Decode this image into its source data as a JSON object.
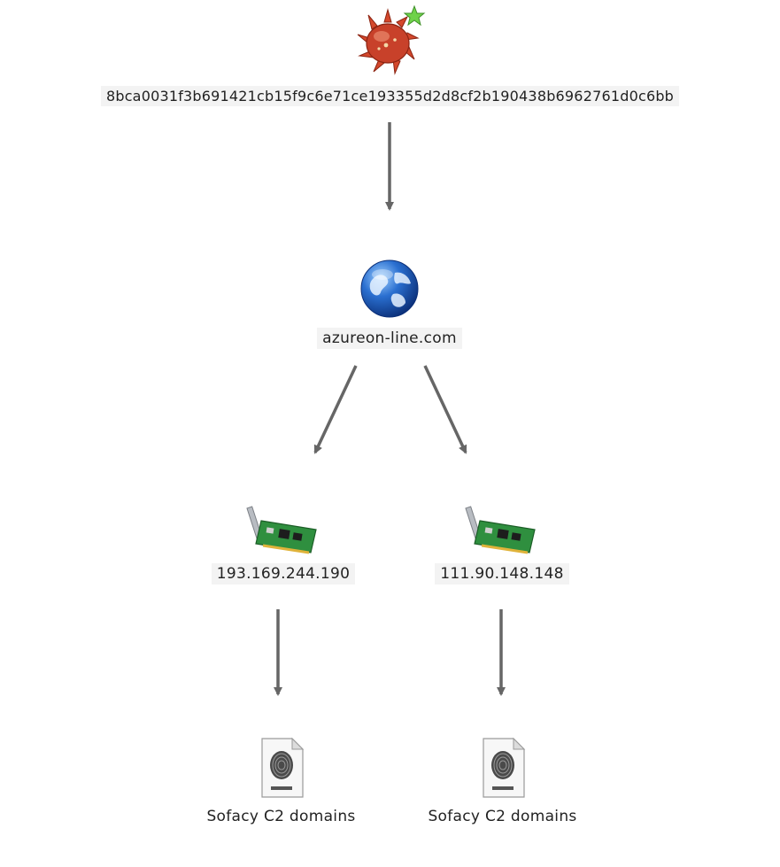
{
  "nodes": {
    "malware": {
      "label": "8bca0031f3b691421cb15f9c6e71ce193355d2d8cf2b190438b6962761d0c6bb",
      "icon": "malware-icon"
    },
    "domain": {
      "label": "azureon-line.com",
      "icon": "globe-icon"
    },
    "ip_1": {
      "label": "193.169.244.190",
      "icon": "network-card-icon"
    },
    "ip_2": {
      "label": "111.90.148.148",
      "icon": "network-card-icon"
    },
    "doc_1": {
      "label": "Sofacy C2 domains",
      "icon": "fingerprint-document-icon"
    },
    "doc_2": {
      "label": "Sofacy C2 domains",
      "icon": "fingerprint-document-icon"
    }
  },
  "edges": [
    {
      "from": "malware",
      "to": "domain"
    },
    {
      "from": "domain",
      "to": "ip_1"
    },
    {
      "from": "domain",
      "to": "ip_2"
    },
    {
      "from": "ip_1",
      "to": "doc_1"
    },
    {
      "from": "ip_2",
      "to": "doc_2"
    }
  ],
  "colors": {
    "edge": "#666666",
    "malware_body": "#c8412a",
    "star": "#6fd24a",
    "globe": "#2a6fd0",
    "card_board": "#2f8f3f"
  }
}
